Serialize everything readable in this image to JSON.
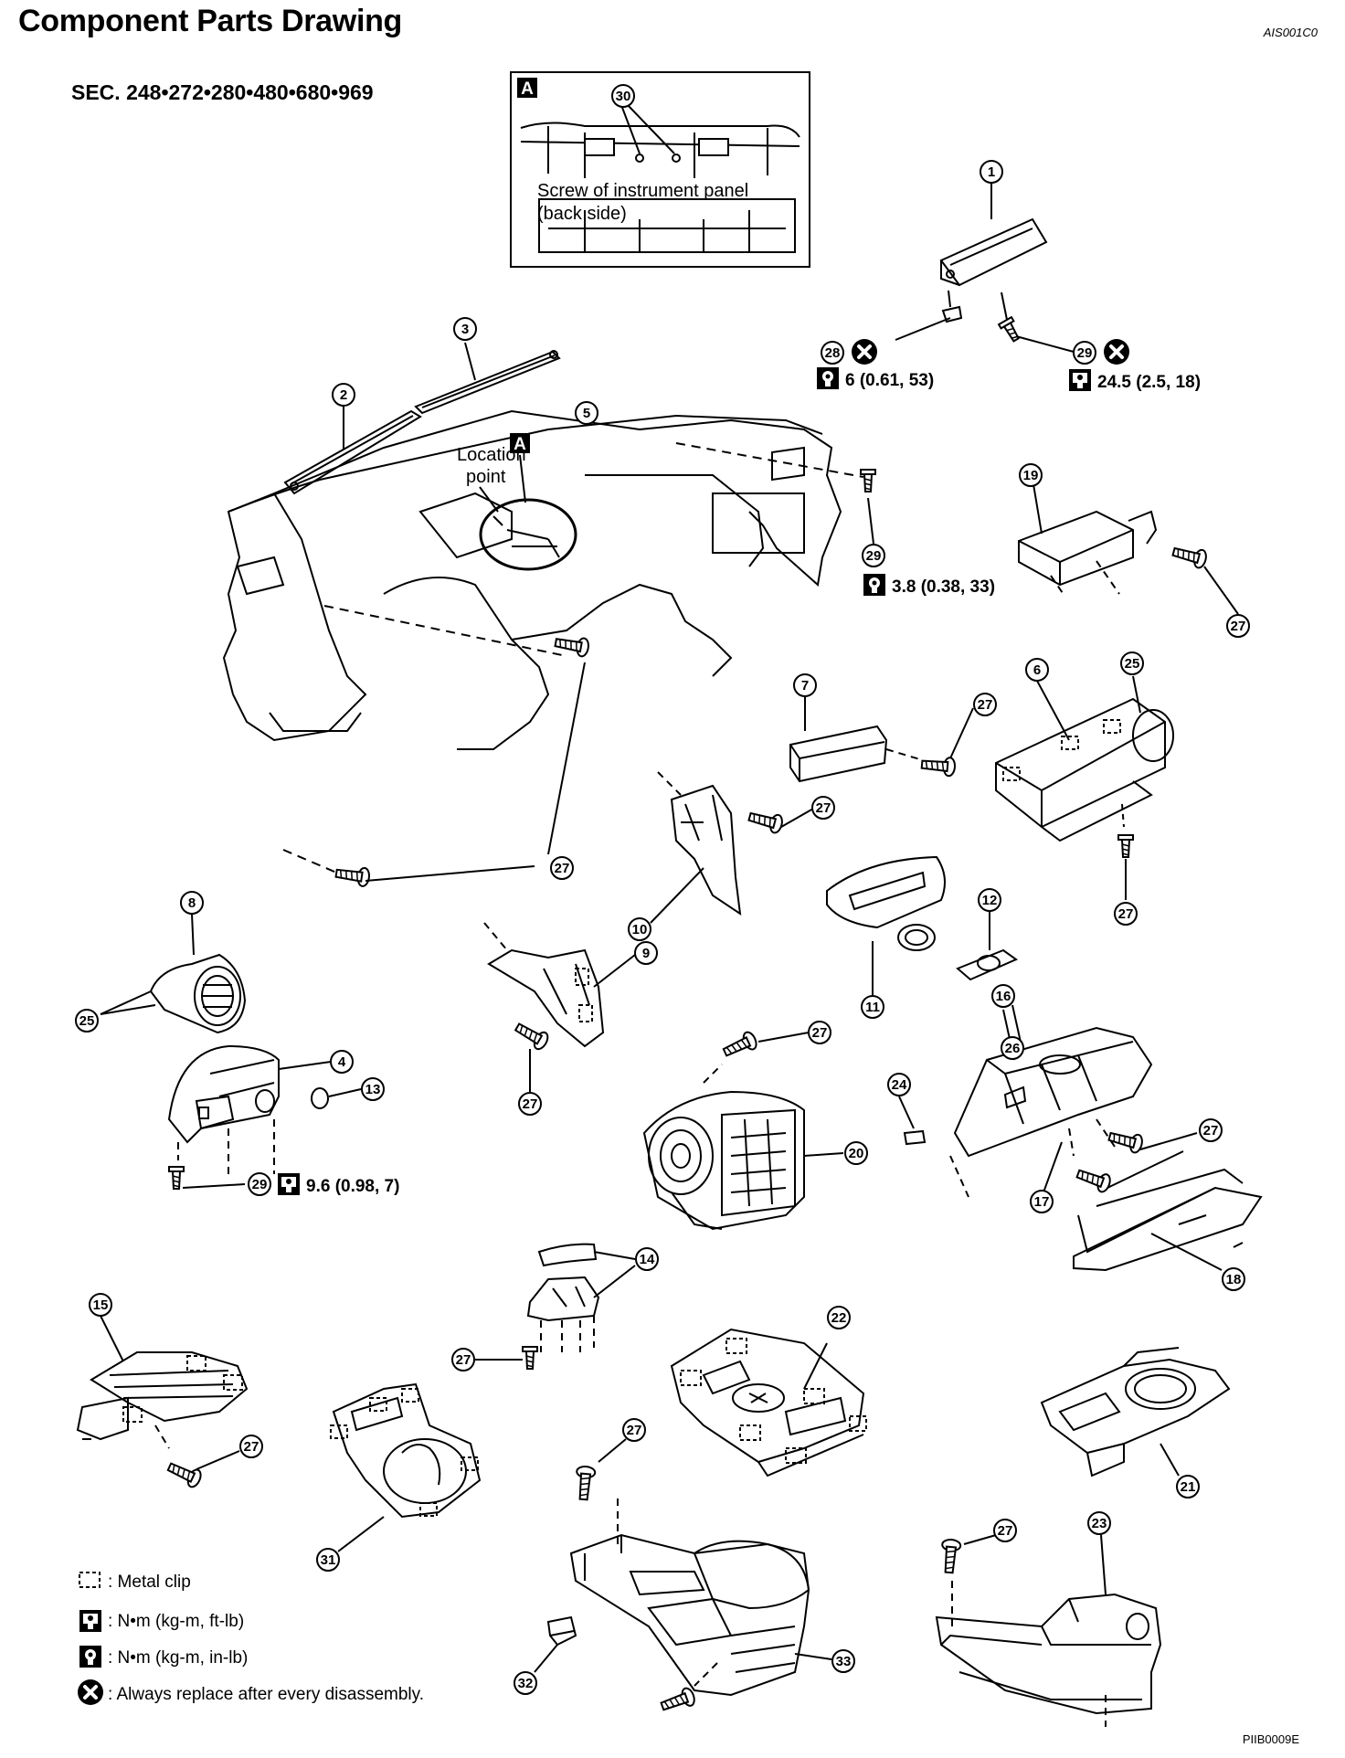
{
  "header": {
    "title": "Component Parts Drawing",
    "doc_code": "AIS001C0",
    "section": "SEC. 248•272•280•480•680•969",
    "figure_code": "PIIB0009E"
  },
  "inset": {
    "marker": "A",
    "callout": "30",
    "caption_line1": "Screw of instrument panel",
    "caption_line2": "(back side)"
  },
  "location_label": {
    "line1": "Location",
    "line2": "point",
    "marker": "A"
  },
  "callouts": {
    "c1": "1",
    "c2": "2",
    "c3": "3",
    "c4": "4",
    "c5": "5",
    "c6": "6",
    "c7": "7",
    "c8": "8",
    "c9": "9",
    "c10": "10",
    "c11": "11",
    "c12": "12",
    "c13": "13",
    "c14": "14",
    "c15": "15",
    "c16": "16",
    "c17": "17",
    "c18": "18",
    "c19": "19",
    "c20": "20",
    "c21": "21",
    "c22": "22",
    "c23": "23",
    "c24": "24",
    "c25a": "25",
    "c25b": "25",
    "c26": "26",
    "c27a": "27",
    "c27b": "27",
    "c27c": "27",
    "c27d": "27",
    "c27e": "27",
    "c27f": "27",
    "c27g": "27",
    "c27h": "27",
    "c27i": "27",
    "c27j": "27",
    "c27k": "27",
    "c27l": "27",
    "c28": "28",
    "c29a": "29",
    "c29b": "29",
    "c29c": "29",
    "c31": "31",
    "c32": "32",
    "c33": "33"
  },
  "torques": {
    "t28": "6 (0.61, 53)",
    "t29_top": "24.5 (2.5, 18)",
    "t29_mid": "3.8 (0.38, 33)",
    "t29_low": "9.6 (0.98, 7)"
  },
  "legend": {
    "metal_clip": ": Metal clip",
    "torque_ftlb": ": N•m (kg-m, ft-lb)",
    "torque_inlb": ": N•m (kg-m, in-lb)",
    "replace": ": Always replace after every disassembly."
  },
  "icons": [
    "metal-clip-icon",
    "torque-ft-lb-icon",
    "torque-in-lb-icon",
    "always-replace-icon"
  ]
}
